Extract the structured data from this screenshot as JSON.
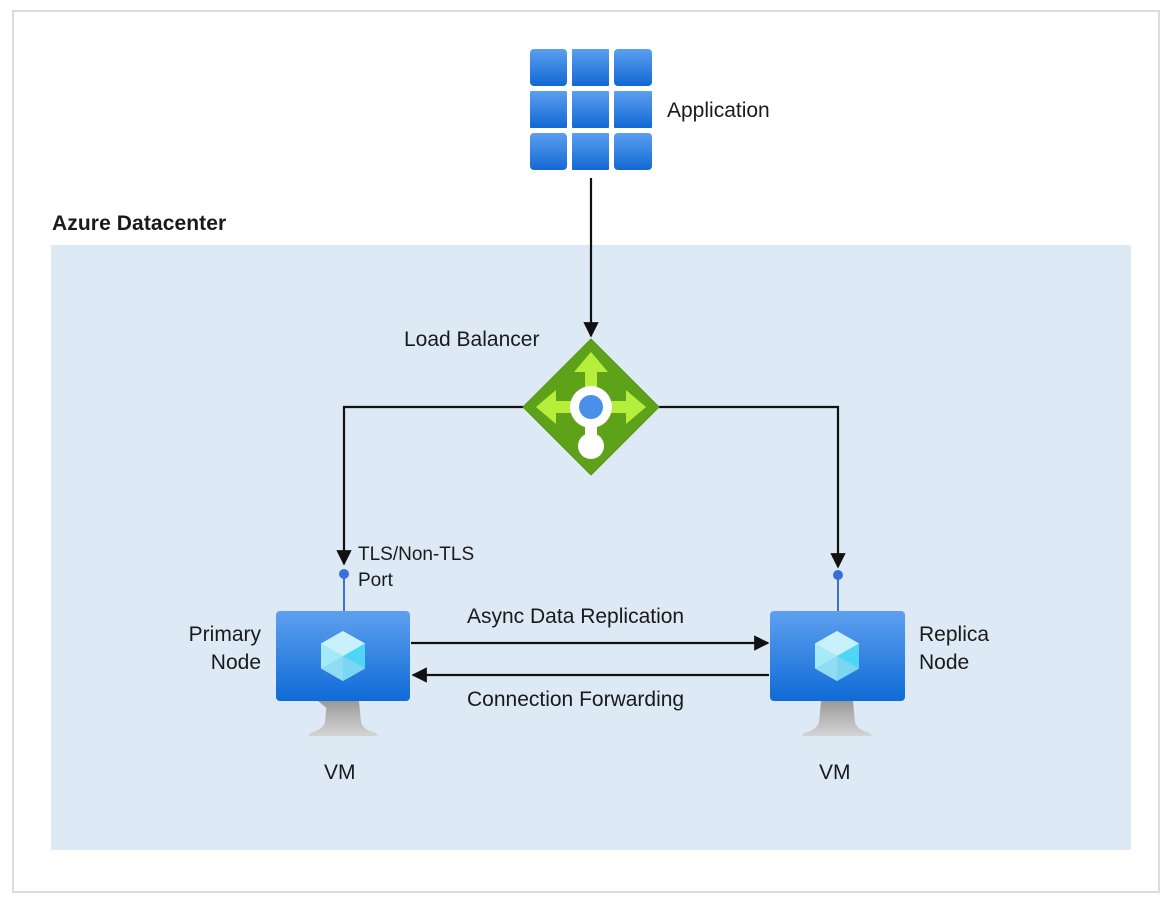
{
  "diagram": {
    "container": {
      "title": "Azure Datacenter",
      "background": "#dde9f5"
    },
    "nodes": {
      "application": {
        "label": "Application",
        "icon": "app-grid-icon",
        "color": "#2b7de0"
      },
      "load_balancer": {
        "label": "Load Balancer",
        "icon": "load-balancer-icon",
        "color": "#5ea21a"
      },
      "primary": {
        "label_line1": "Primary",
        "label_line2": "Node",
        "type_label": "VM",
        "icon": "virtual-machine-icon"
      },
      "replica": {
        "label_line1": "Replica",
        "label_line2": "Node",
        "type_label": "VM",
        "icon": "virtual-machine-icon"
      }
    },
    "port": {
      "label_line1": "TLS/Non-TLS",
      "label_line2": "Port",
      "color": "#3a6fd8"
    },
    "edges": [
      {
        "from": "application",
        "to": "load_balancer",
        "label": ""
      },
      {
        "from": "load_balancer",
        "to": "primary",
        "label": ""
      },
      {
        "from": "load_balancer",
        "to": "replica",
        "label": ""
      },
      {
        "from": "primary",
        "to": "replica",
        "label": "Async Data Replication"
      },
      {
        "from": "replica",
        "to": "primary",
        "label": "Connection Forwarding"
      }
    ]
  }
}
